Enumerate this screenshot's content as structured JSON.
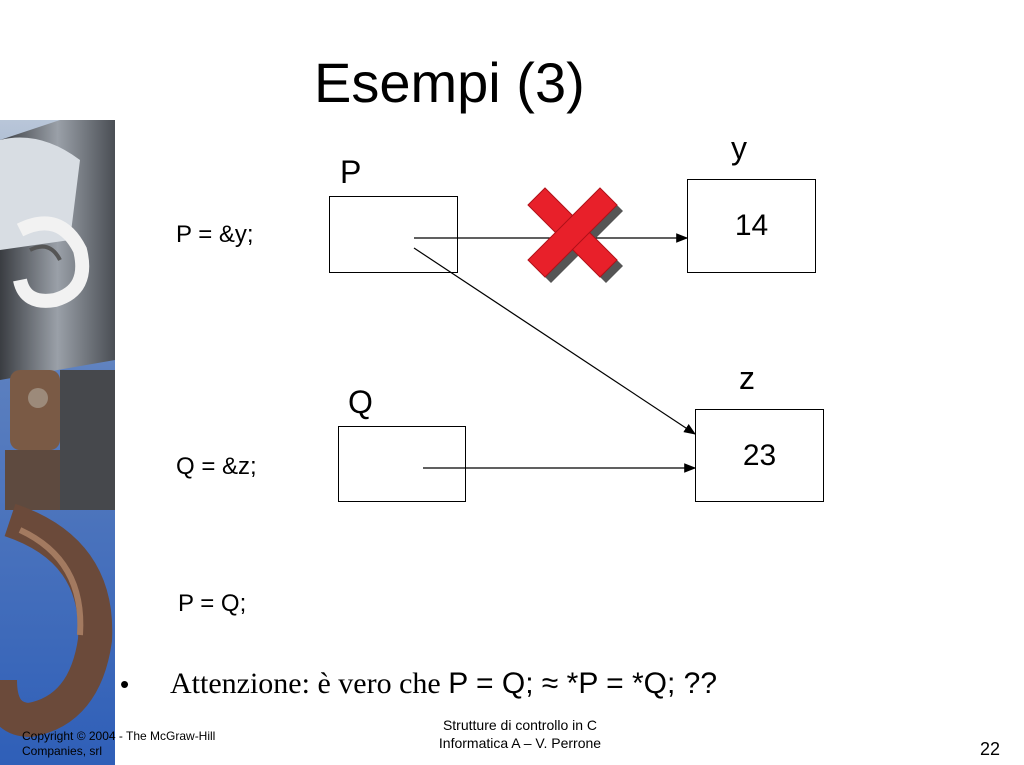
{
  "slide": {
    "title": "Esempi (3)",
    "code": {
      "p_assign_y": "P = &y;",
      "q_assign_z": "Q = &z;",
      "p_assign_q": "P = Q;"
    },
    "variables": {
      "P": "P",
      "Q": "Q",
      "y": "y",
      "z": "z"
    },
    "values": {
      "y": "14",
      "z": "23"
    },
    "bullet": {
      "marker": "•",
      "text": "Attenzione: è vero che ",
      "expr": "P = Q; ≈ *P = *Q; ??"
    },
    "footer": {
      "copyright": "Copyright © 2004 - The McGraw-Hill Companies, srl",
      "course_line1": "Strutture di controllo in C",
      "course_line2": "Informatica A – V. Perrone",
      "page": "22"
    },
    "colors": {
      "cross": "#e8202a",
      "cross_shadow": "#555555"
    }
  }
}
